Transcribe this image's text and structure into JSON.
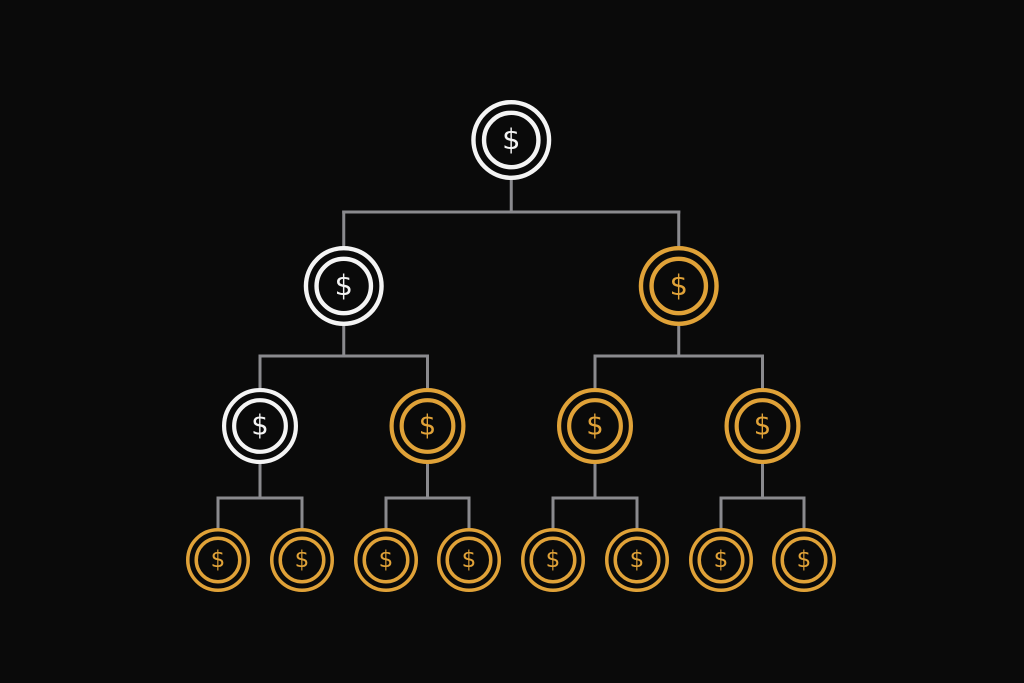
{
  "colors": {
    "background": "#0a0a0a",
    "connector": "#8a8a8e",
    "white_coin": "#f4f4f4",
    "gold_coin": "#e0a238"
  },
  "icon": "dollar-coin-icon",
  "glyph": "$",
  "tree": {
    "id": "n0",
    "color": "white",
    "children": [
      {
        "id": "n1",
        "color": "white",
        "children": [
          {
            "id": "n3",
            "color": "white",
            "children": [
              {
                "id": "n7",
                "color": "gold",
                "children": []
              },
              {
                "id": "n8",
                "color": "gold",
                "children": []
              }
            ]
          },
          {
            "id": "n4",
            "color": "gold",
            "children": [
              {
                "id": "n9",
                "color": "gold",
                "children": []
              },
              {
                "id": "n10",
                "color": "gold",
                "children": []
              }
            ]
          }
        ]
      },
      {
        "id": "n2",
        "color": "gold",
        "children": [
          {
            "id": "n5",
            "color": "gold",
            "children": [
              {
                "id": "n11",
                "color": "gold",
                "children": []
              },
              {
                "id": "n12",
                "color": "gold",
                "children": []
              }
            ]
          },
          {
            "id": "n6",
            "color": "gold",
            "children": [
              {
                "id": "n13",
                "color": "gold",
                "children": []
              },
              {
                "id": "n14",
                "color": "gold",
                "children": []
              }
            ]
          }
        ]
      }
    ]
  }
}
